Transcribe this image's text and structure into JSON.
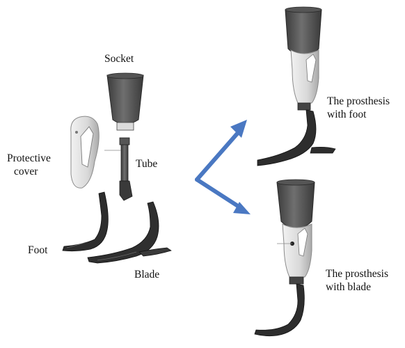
{
  "labels": {
    "socket": "Socket",
    "tube": "Tube",
    "protective_cover_line1": "Protective",
    "protective_cover_line2": "cover",
    "foot": "Foot",
    "blade": "Blade",
    "prosthesis_foot_line1": "The prosthesis",
    "prosthesis_foot_line2": "with foot",
    "prosthesis_blade_line1": "The prosthesis",
    "prosthesis_blade_line2": "with blade"
  },
  "colors": {
    "socket_dark": "#4a4a4a",
    "socket_light": "#6e6e6e",
    "cover_light": "#e4e4e4",
    "cover_shade": "#b9b9b9",
    "foot_dark": "#2d2d2d",
    "arrow_blue": "#4a78c2"
  }
}
